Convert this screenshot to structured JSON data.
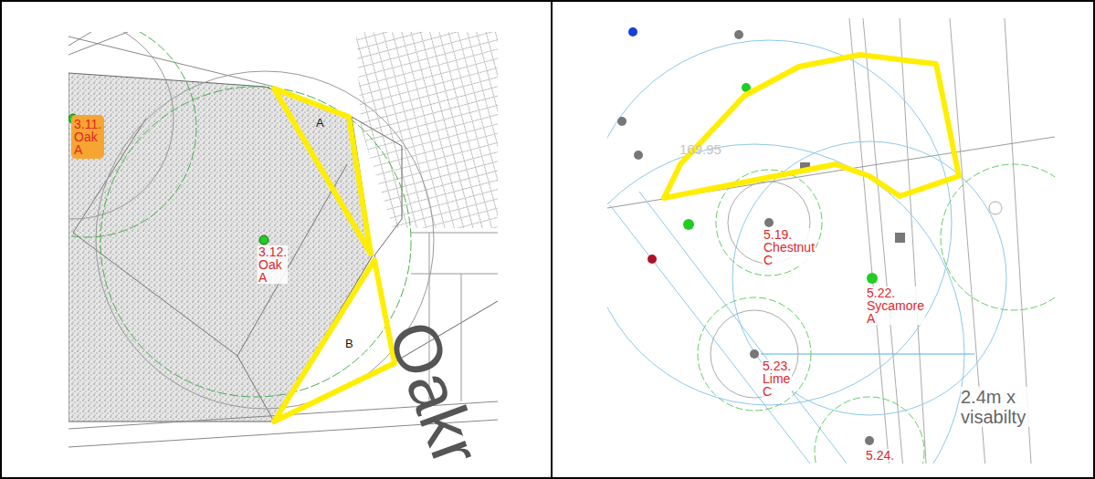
{
  "diagram": {
    "nodes": [
      {
        "text": [
          "3.11. Oak A"
        ]
      },
      {
        "text": [
          "A"
        ]
      },
      {
        "text": [
          "B"
        ]
      }
    ],
    "labels": [
      "3.12. Oak A",
      "Oakr",
      "169.95",
      "5.19. Chestnut C",
      "5.22. Sycamore A",
      "5.23. Lime C",
      "2.4m x visabilty",
      "5.24."
    ]
  }
}
